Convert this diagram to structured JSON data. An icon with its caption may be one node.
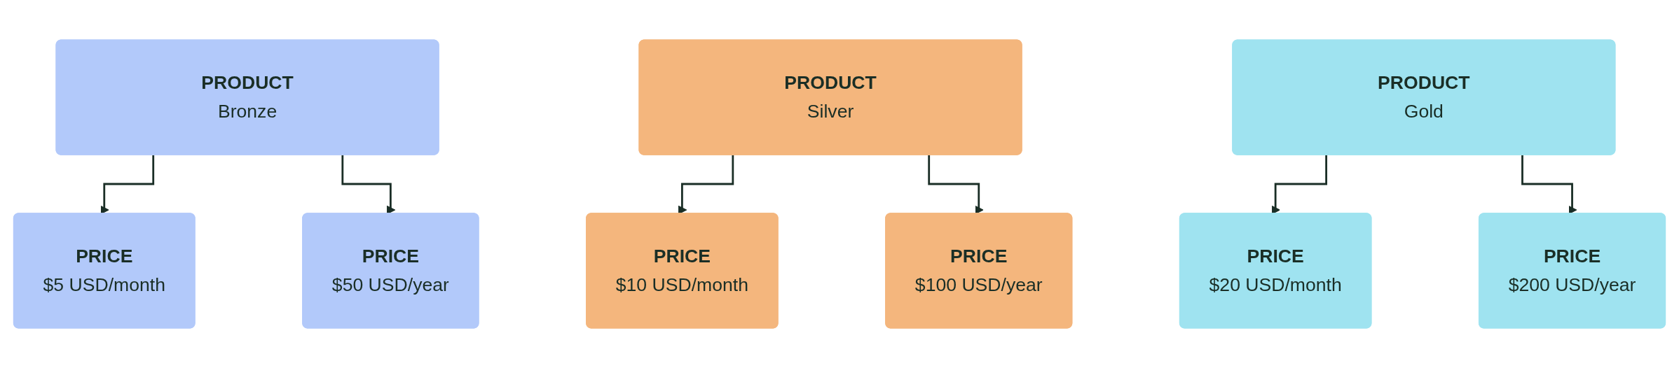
{
  "diagram": {
    "nodes": [
      {
        "text": [
          "PRODUCT",
          "Bronze"
        ]
      },
      {
        "text": [
          "PRODUCT",
          "Silver"
        ]
      },
      {
        "text": [
          "PRODUCT",
          "Gold"
        ]
      },
      {
        "text": [
          "PRICE",
          "$5 USD/month"
        ]
      },
      {
        "text": [
          "PRICE",
          "$50 USD/year"
        ]
      },
      {
        "text": [
          "PRICE",
          "$10 USD/month"
        ]
      },
      {
        "text": [
          "PRICE",
          "$100 USD/year"
        ]
      },
      {
        "text": [
          "PRICE",
          "$20 USD/month"
        ]
      },
      {
        "text": [
          "PRICE",
          "$200 USD/year"
        ]
      }
    ],
    "edges": [
      {
        "from": 0,
        "to": 3,
        "arrow": "to"
      },
      {
        "from": 0,
        "to": 4,
        "arrow": "to"
      },
      {
        "from": 1,
        "to": 5,
        "arrow": "to"
      },
      {
        "from": 1,
        "to": 6,
        "arrow": "to"
      },
      {
        "from": 2,
        "to": 7,
        "arrow": "to"
      },
      {
        "from": 2,
        "to": 8,
        "arrow": "to"
      }
    ]
  }
}
